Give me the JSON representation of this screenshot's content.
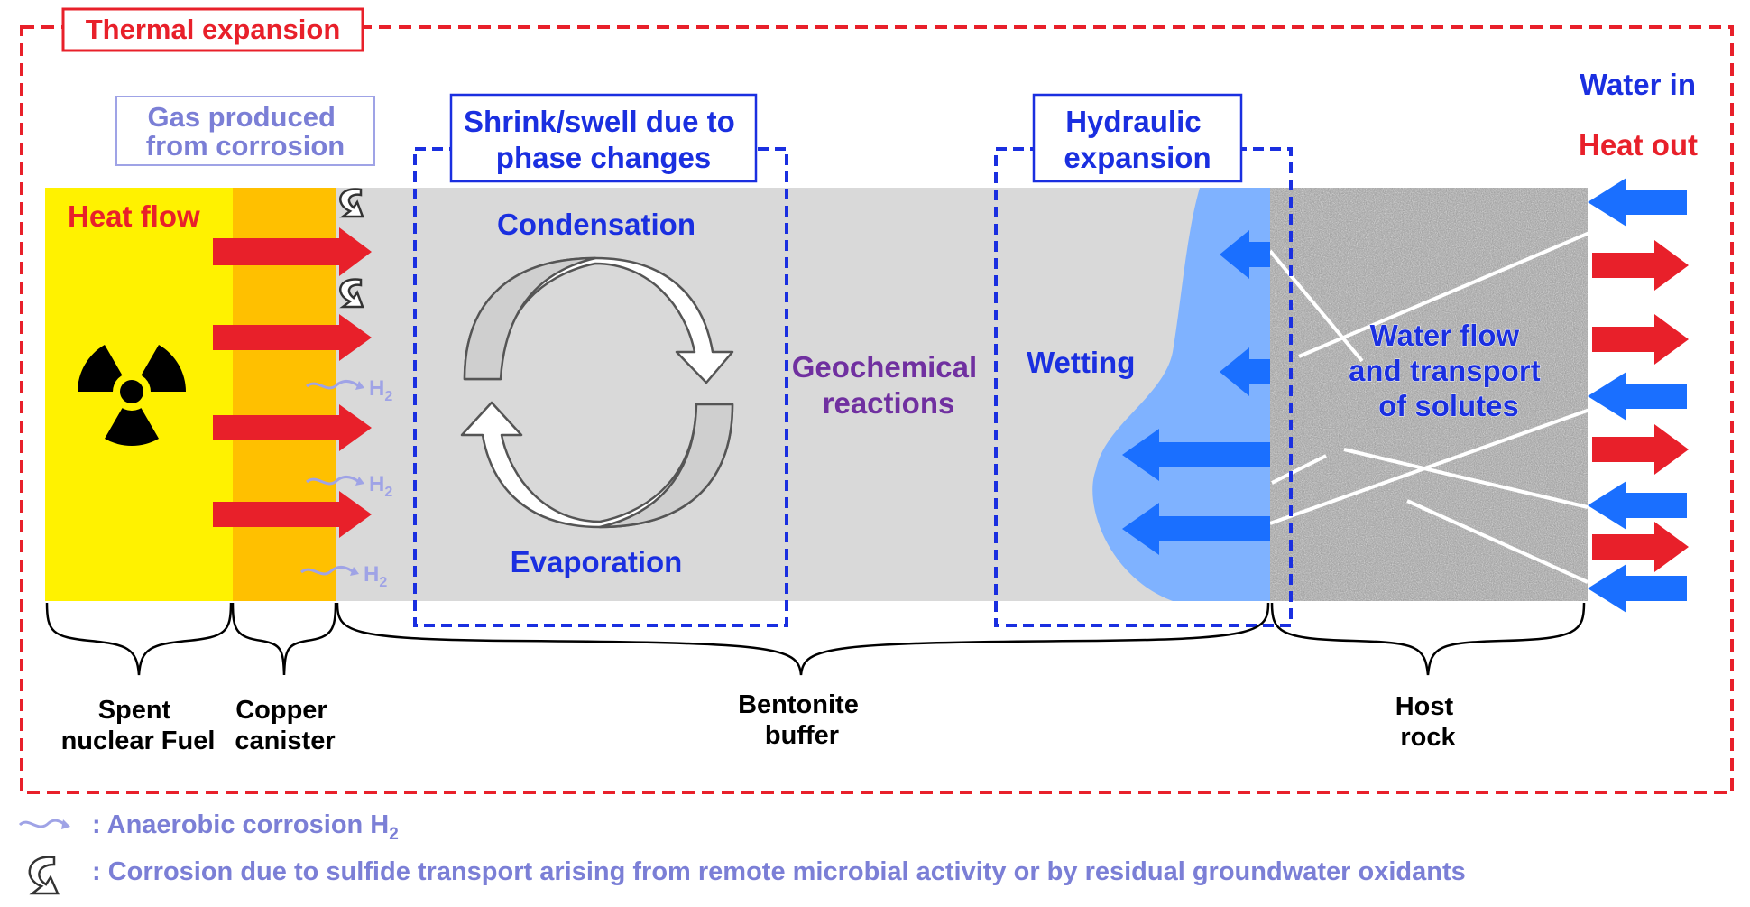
{
  "frame": {
    "label": "Thermal expansion"
  },
  "right_labels": {
    "water_in": "Water in",
    "heat_out": "Heat out"
  },
  "boxes": {
    "gas_produced": [
      "Gas produced",
      "from corrosion"
    ],
    "shrink_swell": [
      "Shrink/swell due to",
      "phase changes"
    ],
    "hydraulic": [
      "Hydraulic",
      "expansion"
    ]
  },
  "labels": {
    "heat_flow": "Heat flow",
    "condensation": "Condensation",
    "evaporation": "Evaporation",
    "geochemical": [
      "Geochemical",
      "reactions"
    ],
    "wetting": "Wetting",
    "water_flow": [
      "Water flow",
      "and transport",
      "of solutes"
    ],
    "h2": [
      "H",
      "2"
    ]
  },
  "components": {
    "spent_fuel": [
      "Spent",
      "nuclear Fuel"
    ],
    "copper_canister": [
      "Copper",
      "canister"
    ],
    "bentonite_buffer": [
      "Bentonite",
      "buffer"
    ],
    "host_rock": [
      "Host",
      "rock"
    ]
  },
  "legend": {
    "anaerobic": "Anaerobic corrosion H",
    "anaerobic_sub": "2",
    "sulfide": "Corrosion due to sulfide transport arising from remote microbial activity or by residual groundwater oxidants",
    "separator": ": "
  },
  "colors": {
    "frame_red": "#e8202a",
    "blue": "#1a2fe0",
    "arrow_blue": "#1a6fff",
    "fuel_yellow": "#fff200",
    "canister_orange": "#ffc000",
    "buffer_gray": "#d9d9d9",
    "wetting_blue": "#7fb2ff",
    "purple": "#7030a0",
    "light_blue_text": "#7b7fd6"
  }
}
